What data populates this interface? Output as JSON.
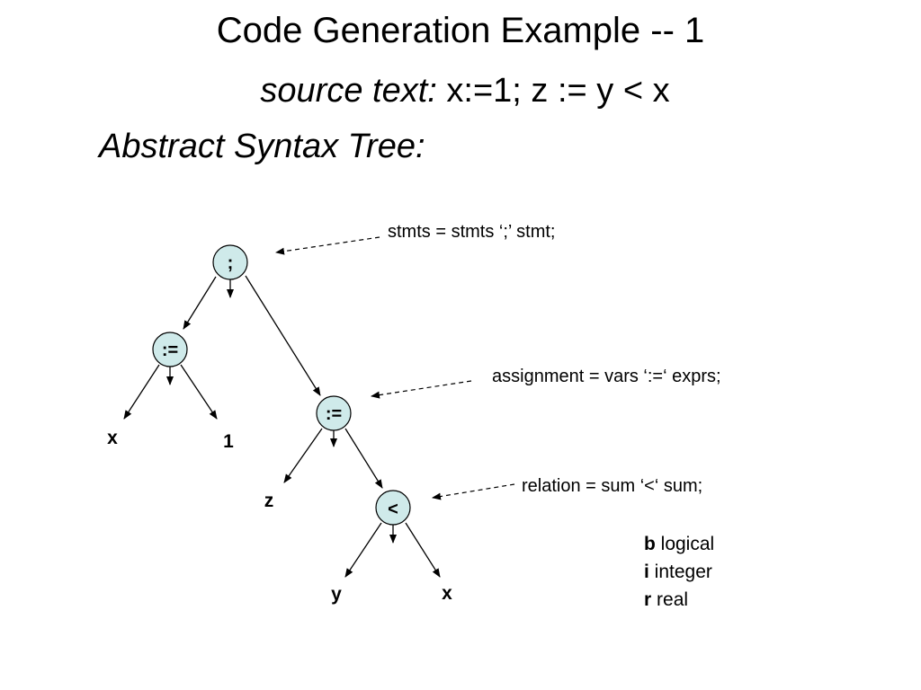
{
  "title": "Code Generation Example  -- 1",
  "source_text": {
    "label": "source text:",
    "code": " x:=1; z := y < x"
  },
  "ast_heading": "Abstract Syntax Tree:",
  "tree": {
    "root": ";",
    "assign1": ":=",
    "assign2": ":=",
    "relation": "<",
    "leaves": {
      "x1": "x",
      "one": "1",
      "z": "z",
      "y": "y",
      "x2": "x"
    }
  },
  "annotations": {
    "stmts": "stmts = stmts ‘;’ stmt;",
    "assignment": "assignment = vars ‘:=‘ exprs;",
    "relation": "relation = sum ‘<‘ sum;"
  },
  "legend": [
    {
      "key": "b",
      "desc": " logical"
    },
    {
      "key": "i",
      "desc": " integer"
    },
    {
      "key": "r",
      "desc": " real"
    }
  ],
  "colors": {
    "node_fill": "#cfeaea",
    "stroke": "#000000"
  }
}
